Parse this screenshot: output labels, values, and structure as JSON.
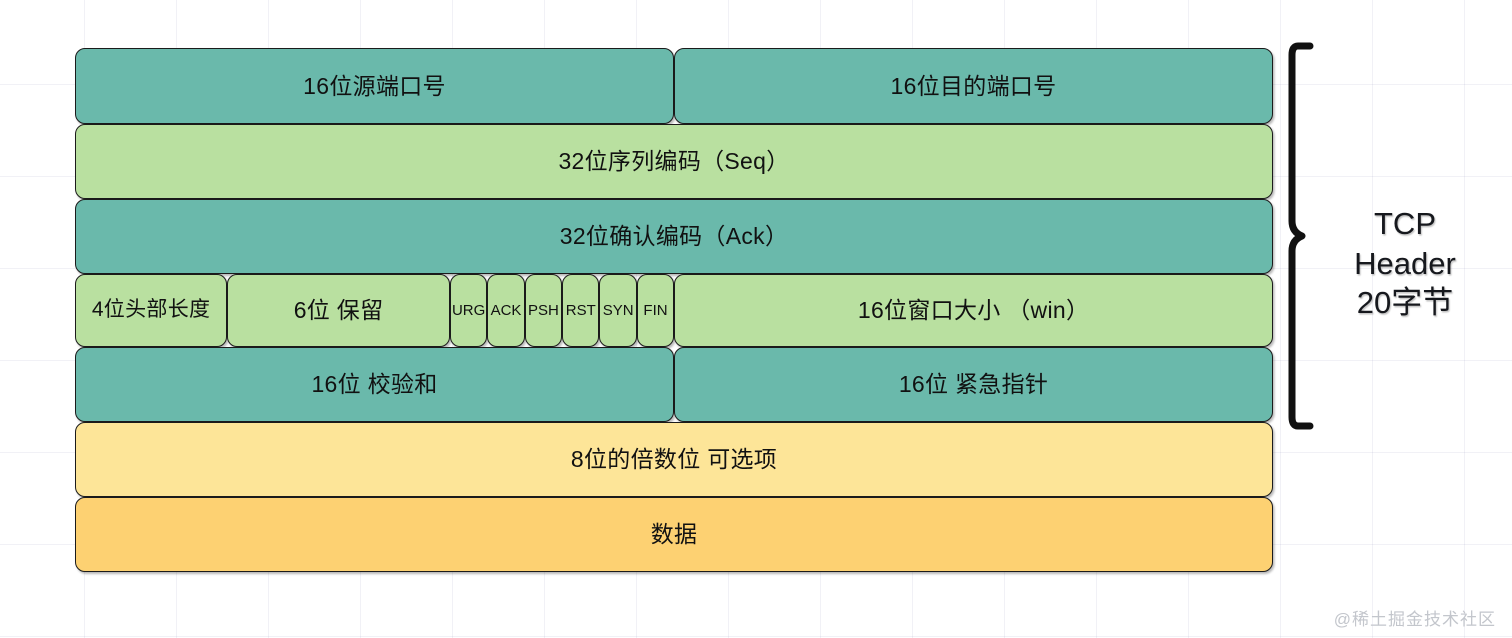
{
  "watermark": "@稀土掘金技术社区",
  "brace": {
    "label_lines": [
      "TCP",
      "Header",
      "20字节"
    ],
    "line1": "TCP",
    "line2": "Header",
    "line3": "20字节"
  },
  "colors": {
    "teal": "#6ab9ab",
    "green": "#b9e0a0",
    "yellow_light": "#fde598",
    "yellow_gold": "#fdd172",
    "border": "#1b1b1b",
    "background": "#ffffff",
    "grid": "#dcdce8",
    "watermark": "#c3c6cc"
  },
  "chart_data": {
    "type": "table",
    "title": "TCP Header 20字节",
    "rows": [
      {
        "name": "ports",
        "cells": [
          {
            "label": "16位源端口号",
            "color": "teal",
            "width": "50%"
          },
          {
            "label": "16位目的端口号",
            "color": "teal",
            "width": "50%"
          }
        ]
      },
      {
        "name": "sequence",
        "cells": [
          {
            "label": "32位序列编码（Seq）",
            "color": "green",
            "width": "100%"
          }
        ]
      },
      {
        "name": "acknowledgement",
        "cells": [
          {
            "label": "32位确认编码（Ack）",
            "color": "teal",
            "width": "100%"
          }
        ]
      },
      {
        "name": "flags",
        "cells": [
          {
            "label": "4位头部长度",
            "color": "green",
            "width": "12.7%"
          },
          {
            "label": "6位 保留",
            "color": "green",
            "width": "18.6%"
          },
          {
            "label": "URG",
            "color": "green",
            "width": "3.12%"
          },
          {
            "label": "ACK",
            "color": "green",
            "width": "3.12%"
          },
          {
            "label": "PSH",
            "color": "green",
            "width": "3.12%"
          },
          {
            "label": "RST",
            "color": "green",
            "width": "3.12%"
          },
          {
            "label": "SYN",
            "color": "green",
            "width": "3.12%"
          },
          {
            "label": "FIN",
            "color": "green",
            "width": "3.12%"
          },
          {
            "label": "16位窗口大小 （win）",
            "color": "green",
            "width": "49.98%"
          }
        ]
      },
      {
        "name": "checksum",
        "cells": [
          {
            "label": "16位 校验和",
            "color": "teal",
            "width": "50%"
          },
          {
            "label": "16位 紧急指针",
            "color": "teal",
            "width": "50%"
          }
        ]
      },
      {
        "name": "options",
        "cells": [
          {
            "label": "8位的倍数位 可选项",
            "color": "yellow_light",
            "width": "100%"
          }
        ]
      },
      {
        "name": "data",
        "cells": [
          {
            "label": "数据",
            "color": "yellow_gold",
            "width": "100%"
          }
        ]
      }
    ],
    "annotation": {
      "text": "TCP Header 20字节",
      "spans_rows": [
        "ports",
        "sequence",
        "acknowledgement",
        "flags",
        "checksum"
      ],
      "position": "right"
    }
  },
  "fields": {
    "source_port": "16位源端口号",
    "dest_port": "16位目的端口号",
    "seq": "32位序列编码（Seq）",
    "ack": "32位确认编码（Ack）",
    "header_length": "4位头部长度",
    "reserved": "6位 保留",
    "flag_urg": "URG",
    "flag_ack": "ACK",
    "flag_psh": "PSH",
    "flag_rst": "RST",
    "flag_syn": "SYN",
    "flag_fin": "FIN",
    "window": "16位窗口大小 （win）",
    "checksum": "16位 校验和",
    "urgent_pointer": "16位 紧急指针",
    "options": "8位的倍数位 可选项",
    "data": "数据"
  }
}
